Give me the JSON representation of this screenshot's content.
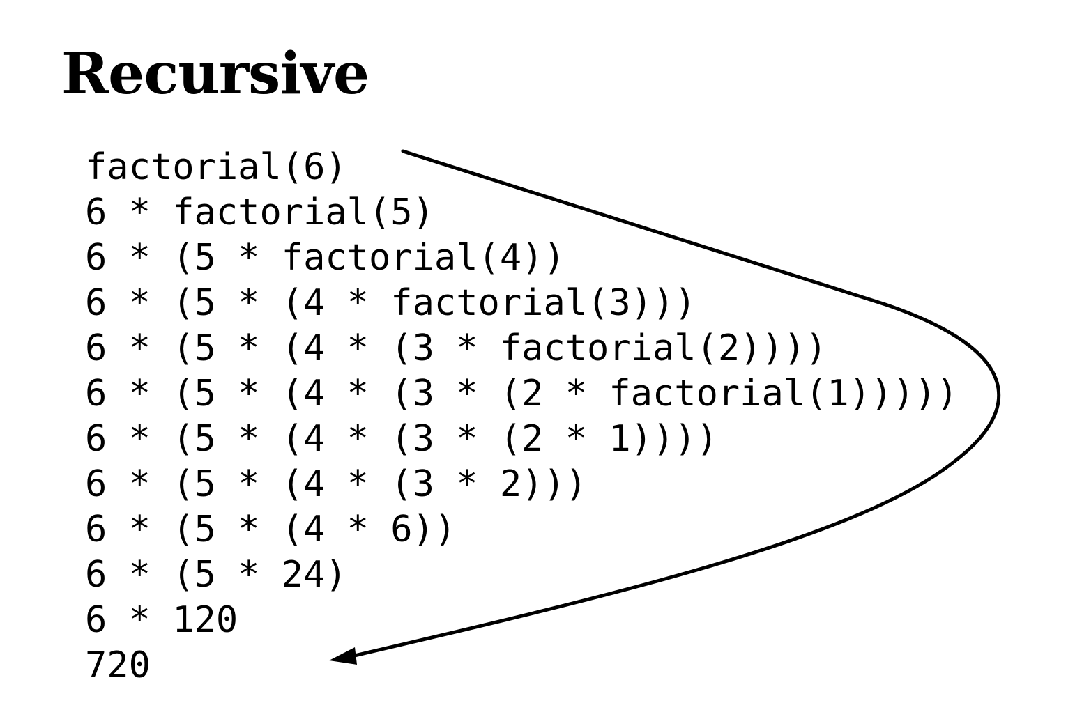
{
  "title": "Recursive",
  "trace": [
    "factorial(6)",
    "6 * factorial(5)",
    "6 * (5 * factorial(4))",
    "6 * (5 * (4 * factorial(3)))",
    "6 * (5 * (4 * (3 * factorial(2))))",
    "6 * (5 * (4 * (3 * (2 * factorial(1)))))",
    "6 * (5 * (4 * (3 * (2 * 1))))",
    "6 * (5 * (4 * (3 * 2)))",
    "6 * (5 * (4 * 6))",
    "6 * (5 * 24)",
    "6 * 120",
    "720"
  ],
  "colors": {
    "text": "#000000",
    "background": "#ffffff",
    "arrow": "#000000"
  }
}
